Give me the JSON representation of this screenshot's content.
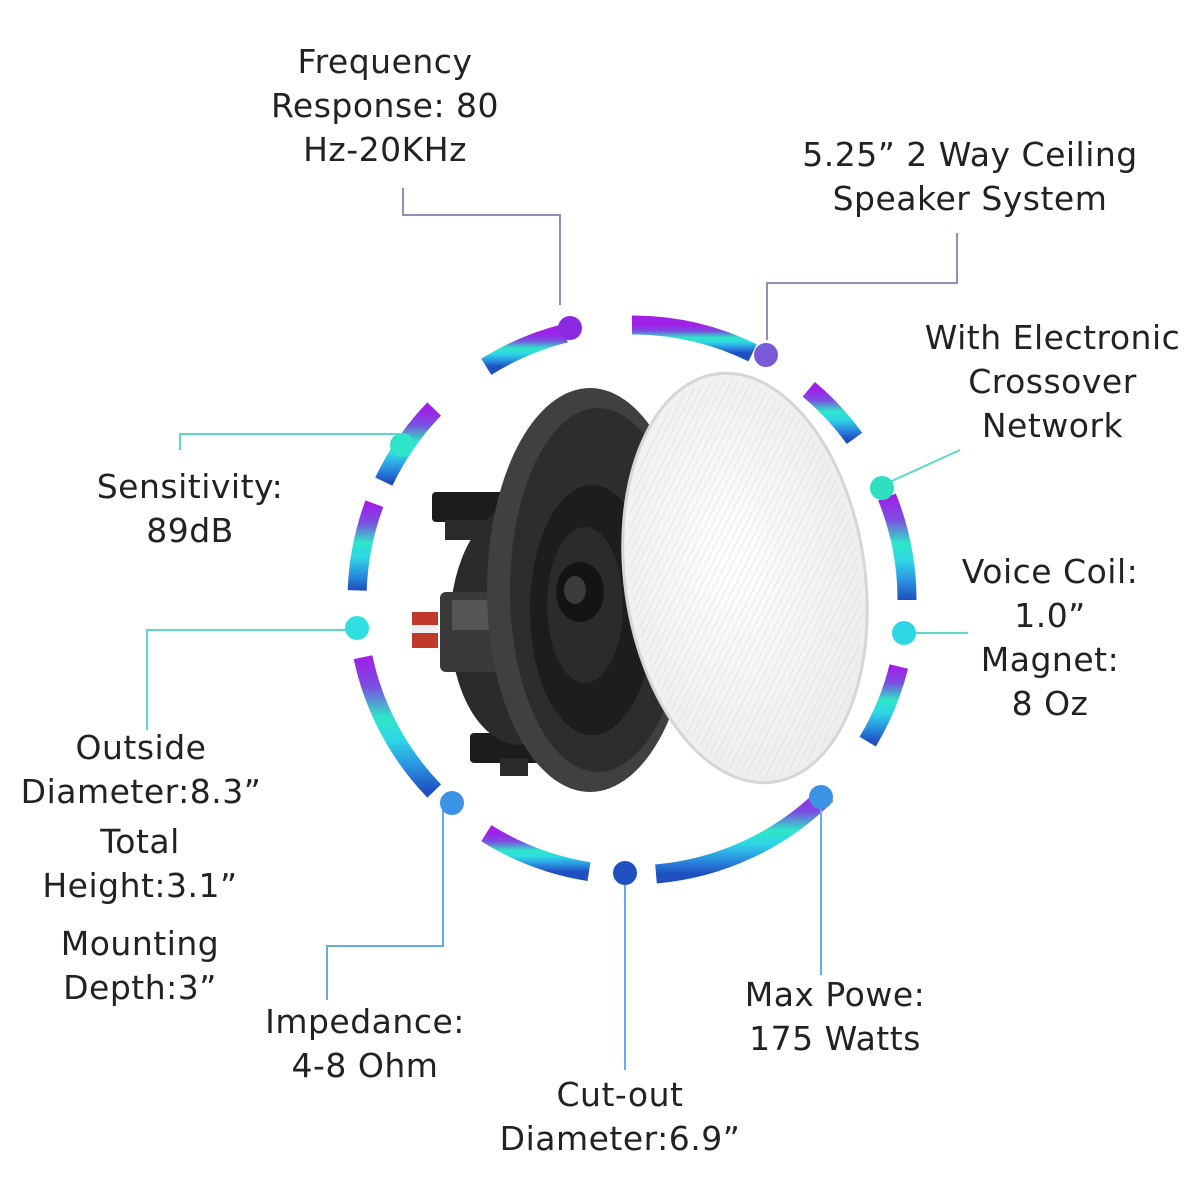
{
  "colors": {
    "ring_top": "#8a2be2",
    "ring_mid": "#2ee6c7",
    "ring_bottom": "#1f5fc9",
    "leader_teal": "#5ed9c9",
    "leader_purple": "#9a8ab8",
    "leader_blue": "#6aa8e6",
    "label_text": "#222222"
  },
  "icons": {
    "speaker": "ceiling-speaker-driver-icon",
    "grille": "speaker-grille-icon"
  },
  "callouts": {
    "frequency": {
      "lines": [
        "Frequency",
        "Response: 80",
        "Hz-20KHz"
      ]
    },
    "system": {
      "lines": [
        "5.25” 2 Way Ceiling",
        "Speaker System"
      ]
    },
    "crossover": {
      "lines": [
        "With Electronic",
        "Crossover",
        "Network"
      ]
    },
    "voice_coil": {
      "lines": [
        "Voice Coil:",
        "1.0”",
        "Magnet:",
        "8 Oz"
      ]
    },
    "sensitivity": {
      "lines": [
        "Sensitivity:",
        "89dB"
      ]
    },
    "outside": {
      "lines": [
        "Outside",
        "Diameter:8.3”"
      ]
    },
    "total": {
      "lines": [
        "Total",
        "Height:3.1”"
      ]
    },
    "mounting": {
      "lines": [
        "Mounting",
        "Depth:3”"
      ]
    },
    "impedance": {
      "lines": [
        "Impedance:",
        "4-8 Ohm"
      ]
    },
    "power": {
      "lines": [
        "Max Powe:",
        "175 Watts"
      ]
    },
    "cutout": {
      "lines": [
        "Cut-out",
        "Diameter:6.9”"
      ]
    }
  }
}
